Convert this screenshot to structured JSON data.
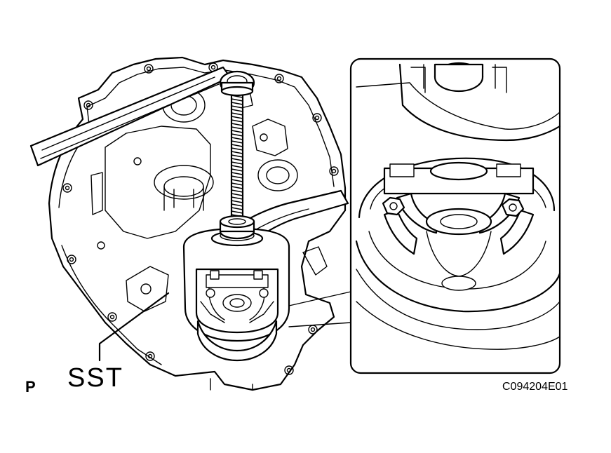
{
  "labels": {
    "tool_label": "SST",
    "view_marker": "P",
    "figure_code": "C094204E01"
  },
  "colors": {
    "line": "#000000",
    "background": "#ffffff"
  }
}
